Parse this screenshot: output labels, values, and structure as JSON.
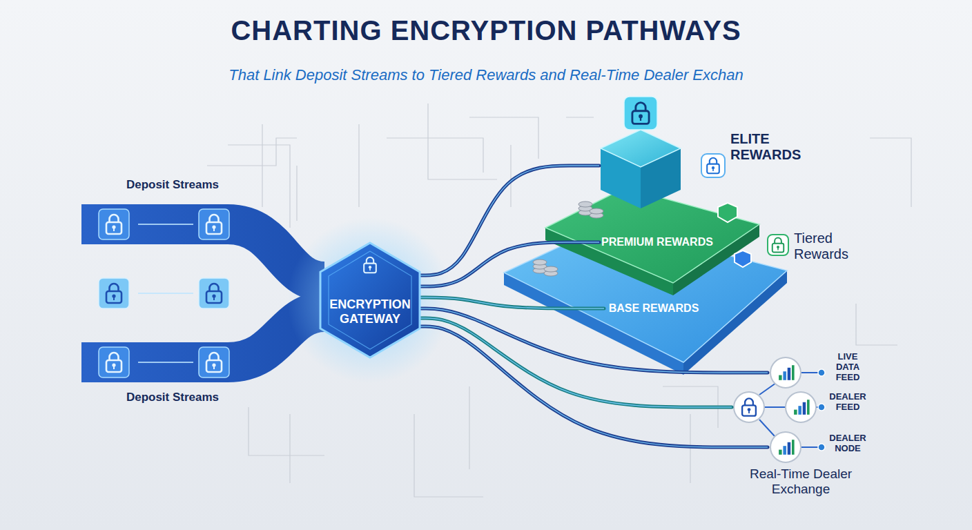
{
  "diagram": {
    "title": "CHARTING ENCRYPTION PATHWAYS",
    "nodes": [
      {
        "text": [
          "ENCRYPTION GATEWAY"
        ]
      },
      {
        "text": [
          "ELITE REWARDS"
        ]
      },
      {
        "text": [
          "PREMIUM REWARDS"
        ]
      },
      {
        "text": [
          "BASE REWARDS"
        ]
      },
      {
        "text": [
          "LIVE DATA FEED"
        ]
      },
      {
        "text": [
          "DEALER FEED"
        ]
      },
      {
        "text": [
          "DEALER NODE"
        ]
      }
    ],
    "edges": [
      {
        "from": 0,
        "to": 1,
        "arrow": "none"
      },
      {
        "from": 0,
        "to": 2,
        "arrow": "none"
      },
      {
        "from": 0,
        "to": 3,
        "arrow": "none"
      },
      {
        "from": 0,
        "to": 4,
        "arrow": "none"
      },
      {
        "from": 0,
        "to": 5,
        "arrow": "none"
      },
      {
        "from": 0,
        "to": 6,
        "arrow": "none"
      }
    ],
    "labels": [
      "That Link Deposit Streams to Tiered Rewards and Real-Time Dealer Exchan",
      "Deposit Streams",
      "Deposit Streams",
      "Tiered Rewards",
      "Real-Time Dealer Exchange"
    ]
  }
}
